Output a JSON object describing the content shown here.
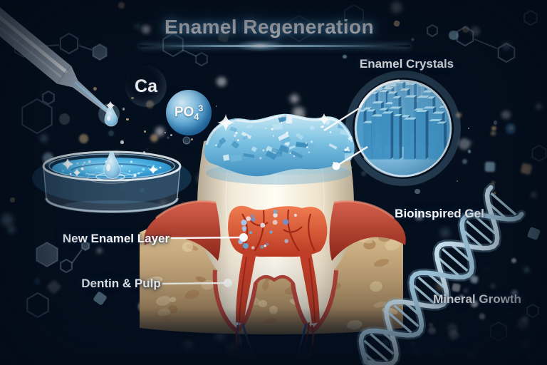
{
  "title": "Enamel Regeneration",
  "ions": {
    "calcium": {
      "symbol": "Ca"
    },
    "phosphate": {
      "symbol": "PO",
      "subscript": "4",
      "superscript": "3"
    }
  },
  "callouts": {
    "enamel_crystals": "Enamel Crystals",
    "new_enamel_layer": "New Enamel Layer",
    "dentin_pulp": "Dentin & Pulp",
    "bioinspired_gel": "Bioinspired Gel",
    "mineral_growth": "Mineral Growth"
  },
  "illustrations": [
    "pipette-icon",
    "petri-dish-icon",
    "droplet-icon",
    "tooth-cross-section-icon",
    "enamel-crystals-magnifier-icon",
    "dna-helix-icon",
    "hexagon-molecule-icon"
  ],
  "colors": {
    "background_deep": "#081a33",
    "background_mid": "#123a60",
    "glow_cyan": "#8fd0ef",
    "enamel_white": "#f8f1e1",
    "crystal_blue": "#5aa8d4",
    "pulp_red": "#cf4630",
    "gum_red": "#a93423",
    "bone_tan": "#d4b285",
    "calcium_silver": "#aeb9c3",
    "phosphate_blue": "#2f86c1",
    "label_text": "#ffffff"
  }
}
